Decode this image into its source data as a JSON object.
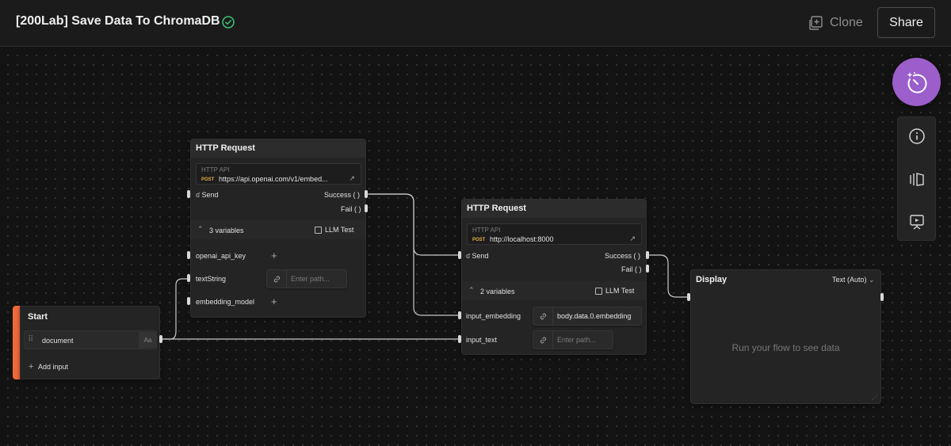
{
  "header": {
    "title": "[200Lab] Save Data To ChromaDB",
    "clone_label": "Clone",
    "share_label": "Share"
  },
  "nodes": {
    "http1": {
      "title": "HTTP Request",
      "api_label": "HTTP API",
      "method": "POST",
      "url": "https://api.openai.com/v1/embed...",
      "send_label": "Send",
      "success_label": "Success",
      "fail_label": "Fail",
      "bracket": "( )",
      "variables_label": "3 variables",
      "llm_test_label": "LLM Test",
      "variables": [
        "openai_api_key",
        "textString",
        "embedding_model"
      ],
      "path_placeholder": "Enter path..."
    },
    "http2": {
      "title": "HTTP Request",
      "api_label": "HTTP API",
      "method": "POST",
      "url": "http://localhost:8000",
      "send_label": "Send",
      "success_label": "Success",
      "fail_label": "Fail",
      "bracket": "( )",
      "variables_label": "2 variables",
      "llm_test_label": "LLM Test",
      "variables": [
        "input_embedding",
        "input_text"
      ],
      "input_embedding_value": "body.data.0.embedding",
      "path_placeholder": "Enter path..."
    },
    "start": {
      "title": "Start",
      "input_name": "document",
      "input_type": "Aa",
      "add_input_label": "Add input"
    },
    "display": {
      "title": "Display",
      "mode": "Text (Auto)",
      "placeholder": "Run your flow to see data"
    }
  },
  "sidebar": {
    "tools": [
      "info-icon",
      "library-icon",
      "presentation-icon"
    ]
  },
  "colors": {
    "accent_purple": "#9b5ecb",
    "start_accent": "#f06a3a",
    "success_green": "#3ec27a",
    "method_yellow": "#e0b040"
  }
}
